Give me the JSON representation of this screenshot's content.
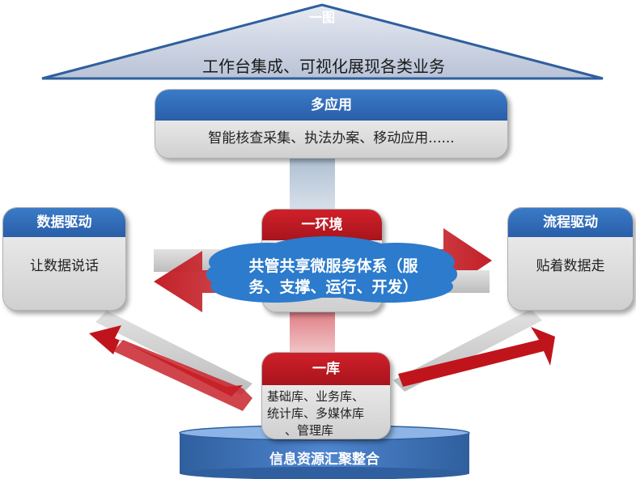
{
  "roof": {
    "title": "一图",
    "subtitle": "工作台集成、可视化展现各类业务"
  },
  "apps": {
    "title": "多应用",
    "body": "智能核查采集、执法办案、移动应用......"
  },
  "data_drive": {
    "title": "数据驱动",
    "body": "让数据说话"
  },
  "flow_drive": {
    "title": "流程驱动",
    "body": "贴着数据走"
  },
  "env": {
    "title": "一环境"
  },
  "cloud": {
    "line1": "共管共享微服务体系（服",
    "line2": "务、支撑、运行、开发）"
  },
  "library": {
    "title": "一库",
    "line1": "基础库、业务库、",
    "line2": "统计库、多媒体库",
    "line3": "、管理库"
  },
  "base": {
    "label": "信息资源汇聚整合"
  },
  "colors": {
    "blue": "#2a5ea8",
    "red": "#c0141c",
    "gray": "#d9d9d9"
  }
}
